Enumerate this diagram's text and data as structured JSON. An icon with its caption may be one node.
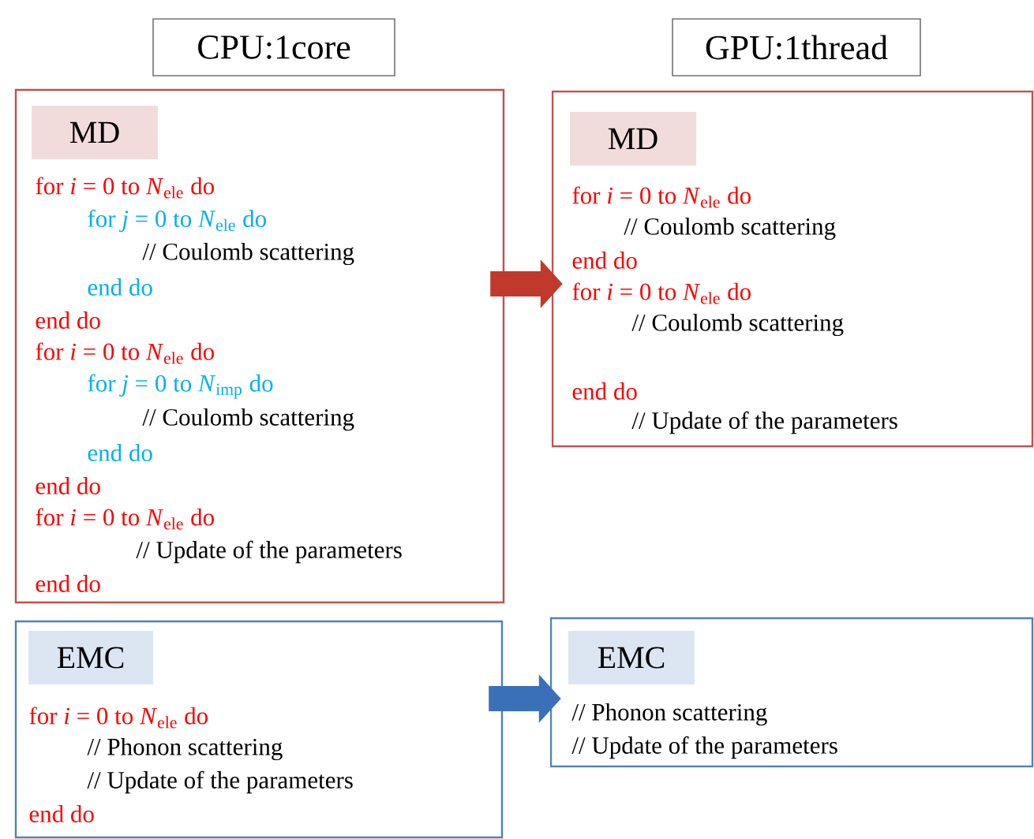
{
  "diagram": {
    "nodes": [
      {
        "text": [
          "CPU:1core"
        ]
      },
      {
        "text": [
          "GPU:1thread"
        ]
      },
      {
        "text": [
          "for *i* = 0 to *N*$_{ele}$ do",
          "for *j* = 0 to *N*$_{ele}$ do",
          "// Coulomb scattering",
          "end do",
          "end do",
          "for *i* = 0 to *N*$_{ele}$ do",
          "for *j* = 0 to *N*$_{imp}$ do",
          "// Coulomb scattering",
          "end do",
          "end do",
          "for *i* = 0 to *N*$_{ele}$ do",
          "// Update of the parameters",
          "end do"
        ]
      },
      {
        "text": [
          "MD"
        ],
        "in": 2
      },
      {
        "text": [
          "for *i* = 0 to *N*$_{ele}$ do",
          "// Coulomb scattering",
          "end do",
          "for *i* = 0 to *N*$_{ele}$ do",
          "// Coulomb scattering",
          "end do",
          "// Update of the parameters"
        ]
      },
      {
        "text": [
          "MD"
        ],
        "in": 4
      },
      {
        "text": [
          "for *i* = 0 to *N*$_{ele}$ do",
          "// Phonon scattering",
          "// Update of the parameters",
          "end do"
        ]
      },
      {
        "text": [
          "EMC"
        ],
        "in": 6
      },
      {
        "text": [
          "// Phonon scattering",
          "// Update of the parameters"
        ]
      },
      {
        "text": [
          "EMC"
        ],
        "in": 8
      }
    ],
    "edges": [
      {
        "from": 2,
        "to": 4,
        "arrow": "to",
        "color": "#c0392b"
      },
      {
        "from": 6,
        "to": 8,
        "arrow": "to",
        "color": "#3a70b8"
      }
    ]
  }
}
